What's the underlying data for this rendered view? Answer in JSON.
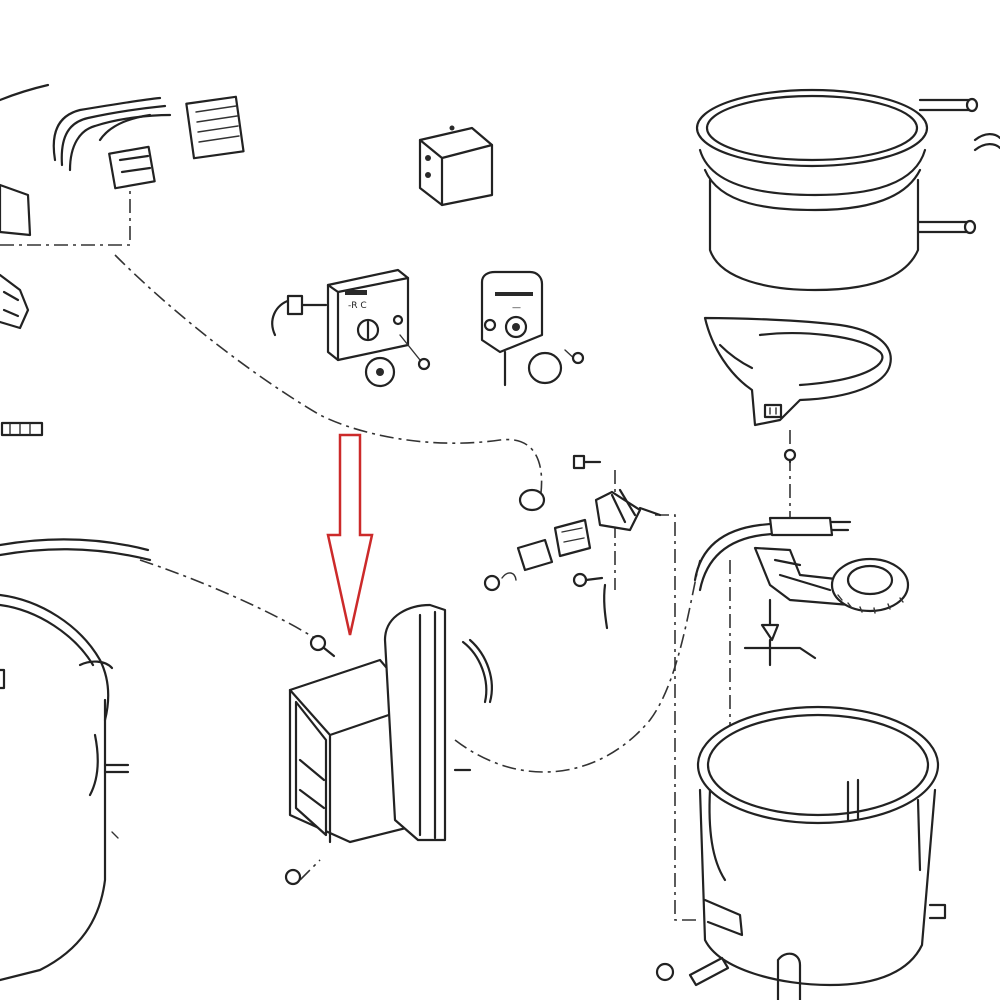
{
  "diagram": {
    "type": "exploded-parts-diagram",
    "colors": {
      "ink": "#222222",
      "background": "#ffffff",
      "arrow": "#cc2a2a"
    },
    "highlight": {
      "shape": "down-arrow",
      "color": "#cc2a2a",
      "points_to": "burner-housing"
    },
    "panel_glyphs": {
      "left": "-R  C",
      "right": "—"
    }
  }
}
